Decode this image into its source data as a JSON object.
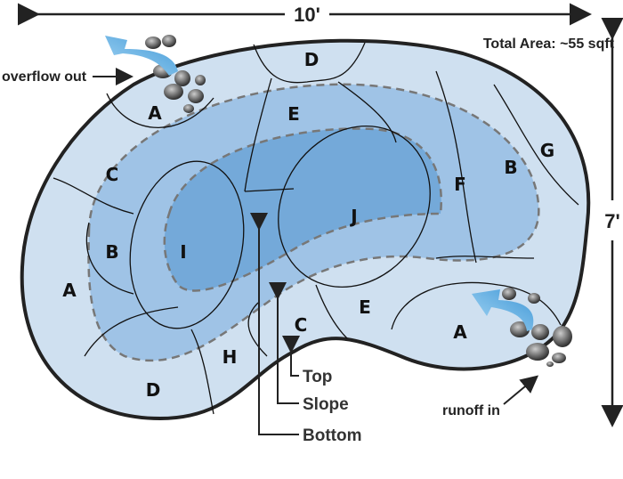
{
  "dimensions": {
    "width": "10'",
    "height": "7'"
  },
  "total_area": "Total Area: ~55 sqft",
  "annotations": {
    "overflow": "overflow out",
    "runoff": "runoff in"
  },
  "depth_legend": {
    "top": "Top",
    "slope": "Slope",
    "bottom": "Bottom"
  },
  "zone_labels": {
    "a_overflow": "A",
    "a_left": "A",
    "a_runoff": "A",
    "b_left": "B",
    "b_right": "B",
    "c_left": "C",
    "c_bottom": "C",
    "d_top": "D",
    "d_bottom": "D",
    "e_top": "E",
    "e_bottom": "E",
    "f": "F",
    "g": "G",
    "h": "H",
    "i": "I",
    "j": "J"
  },
  "colors": {
    "top": "#cfe0f0",
    "slope": "#9fc3e6",
    "bottom": "#74a9d9",
    "outline": "#222222",
    "water_arrow": "#5aaee0"
  }
}
